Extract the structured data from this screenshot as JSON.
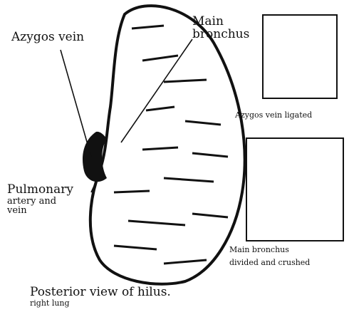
{
  "labels": {
    "azygos_vein": "Azygos vein",
    "main_bronchus_line1": "Main",
    "main_bronchus_line2": "bronchus",
    "pulmonary_line1": "Pulmonary",
    "pulmonary_line2": "artery and",
    "pulmonary_line3": "vein",
    "caption_line1": "Posterior view of hilus.",
    "caption_line2": "right lung"
  },
  "insets": [
    {
      "caption": "Azygos vein ligated"
    },
    {
      "caption_line1": "Main bronchus",
      "caption_line2": "divided and crushed"
    }
  ]
}
